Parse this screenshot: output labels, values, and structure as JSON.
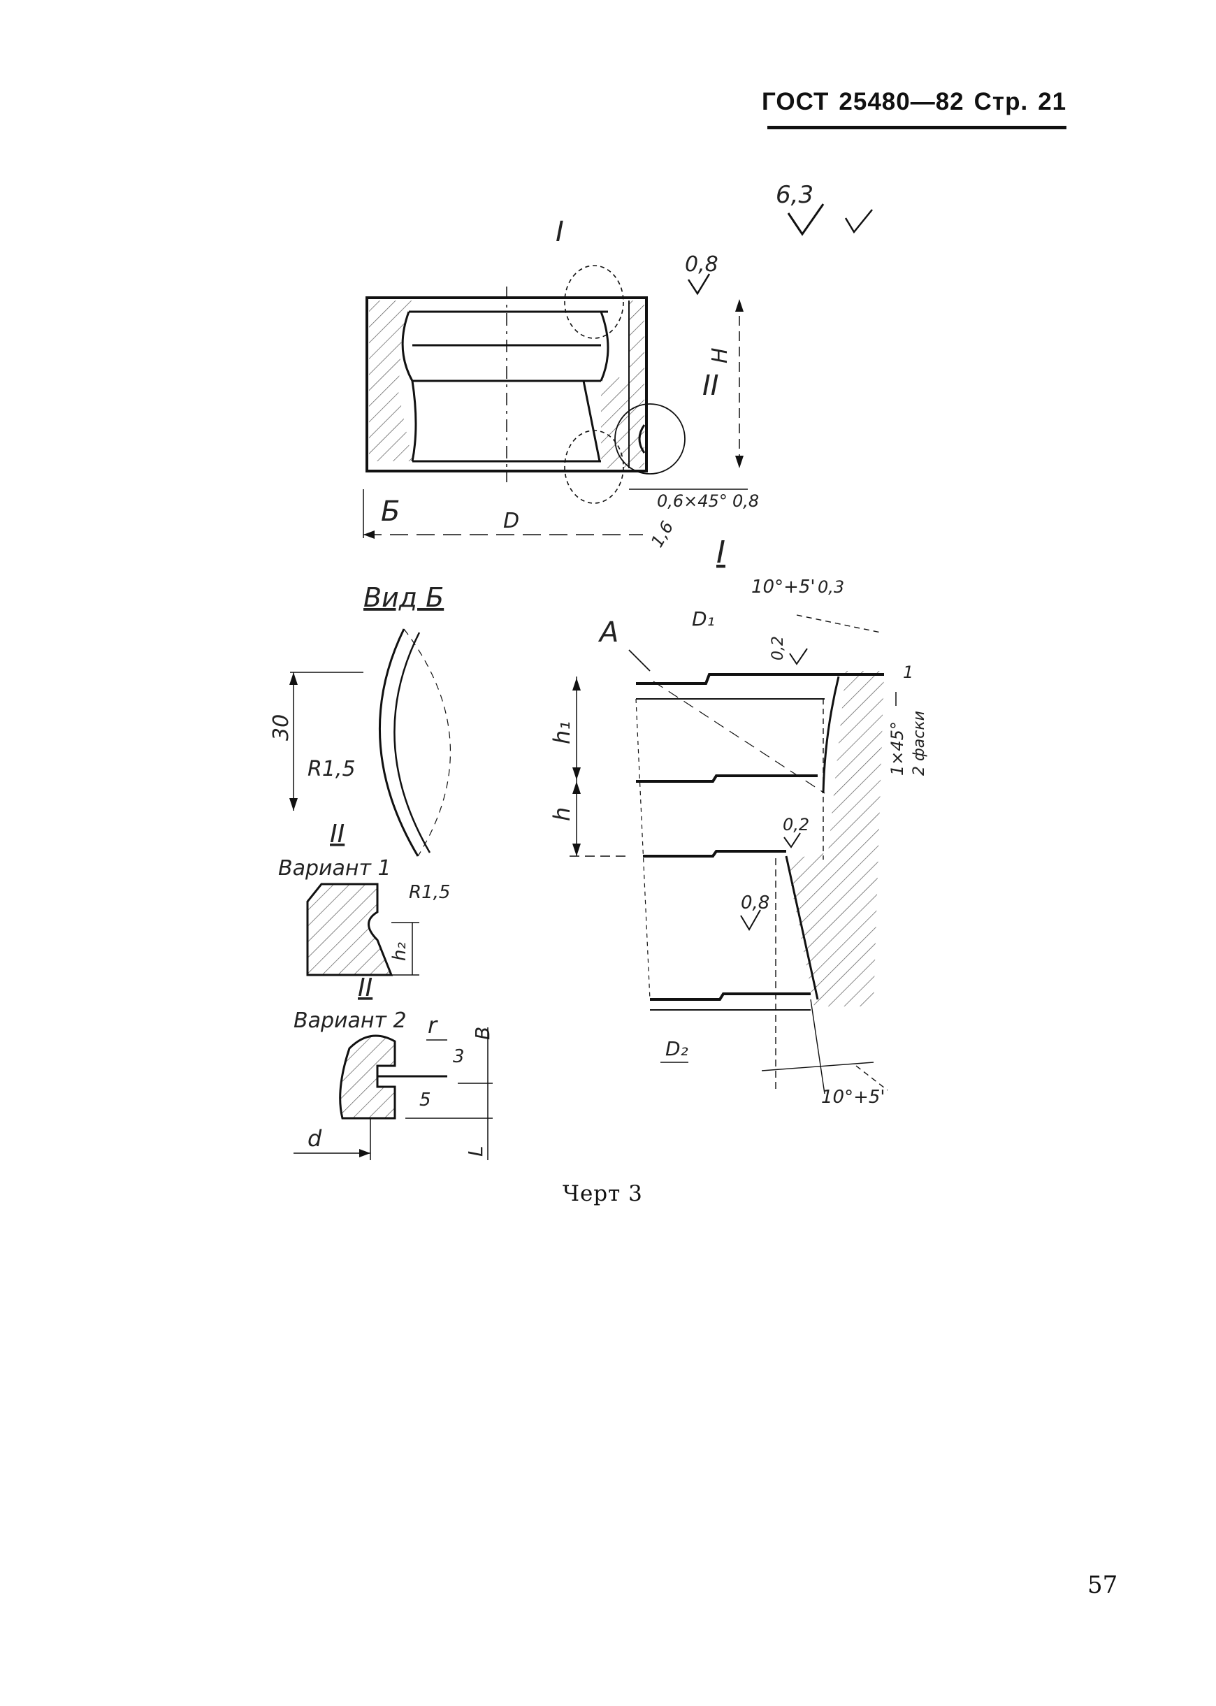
{
  "header": {
    "standard": "ГОСТ",
    "number": "25480—82",
    "page_label": "Стр.",
    "page": "21"
  },
  "roughness": {
    "general": "6,3",
    "v1": "0,8",
    "v2": "0,8",
    "v3": "0,3",
    "v4": "0,2",
    "v5": "0,2",
    "v6": "0,8"
  },
  "main_view": {
    "section_I": "I",
    "section_II": "II",
    "dim_H": "H",
    "dim_D": "D",
    "view_B": "Б",
    "chamfer": "0,6×45°",
    "dim_1_6": "1,6"
  },
  "view_b": {
    "title": "Вид Б",
    "dim_30": "30",
    "radius": "R1,5"
  },
  "detail_II_v1": {
    "mark": "II",
    "title": "Вариант 1",
    "radius": "R1,5",
    "dim_h2": "h₂"
  },
  "detail_II_v2": {
    "mark": "II",
    "title": "Вариант 2",
    "dim_r": "r",
    "dim_B": "B",
    "dim_3": "3",
    "dim_5": "5",
    "dim_d": "d",
    "dim_L": "L"
  },
  "detail_I": {
    "mark": "I",
    "angle_top": "10°+5'",
    "dim_D1": "D₁",
    "arrow_A": "A",
    "dim_h1": "h₁",
    "dim_h": "h",
    "chamfer": "1×45°",
    "note": "2 фаски",
    "dim_D2": "D₂",
    "angle_bottom": "10°+5'",
    "dim_1": "1"
  },
  "caption": "Черт 3",
  "page_number": "57"
}
